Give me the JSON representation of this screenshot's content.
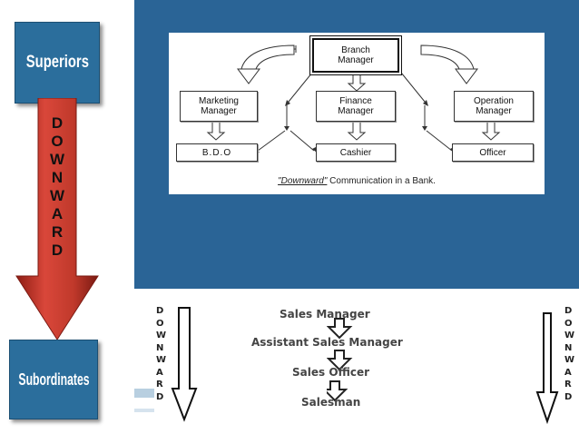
{
  "left_panel": {
    "top_label": "Superiors",
    "bottom_label": "Subordinates",
    "arrow_word": [
      "D",
      "O",
      "W",
      "N",
      "W",
      "A",
      "R",
      "D"
    ],
    "arrow_color": "#c0392b",
    "box_color": "#2b6e9c"
  },
  "bank_chart": {
    "top": {
      "line1": "Branch",
      "line2": "Manager"
    },
    "middle": [
      {
        "line1": "Marketing",
        "line2": "Manager"
      },
      {
        "line1": "Finance",
        "line2": "Manager"
      },
      {
        "line1": "Operation",
        "line2": "Manager"
      }
    ],
    "bottom": [
      "B.D.O",
      "Cashier",
      "Officer"
    ],
    "caption_emph": "\"Downward\"",
    "caption_rest": " Communication in a Bank."
  },
  "sales_chart": {
    "steps": [
      "Sales Manager",
      "Assistant Sales Manager",
      "Sales Officer",
      "Salesman"
    ],
    "side_word": [
      "D",
      "O",
      "W",
      "N",
      "W",
      "A",
      "R",
      "D"
    ]
  },
  "colors": {
    "blue_background": "#2a6496"
  }
}
